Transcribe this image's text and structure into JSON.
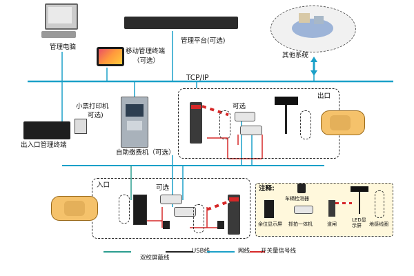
{
  "labels": {
    "management_pc": "管理电脑",
    "platform": "管理平台(可选)",
    "mobile_terminal": "移动管理终端",
    "mobile_optional": "（可选）",
    "other_systems": "其他系统",
    "network": "TCP/IP",
    "exit": "出口",
    "entrance": "入口",
    "optional_exit": "可选",
    "optional_entrance": "可选",
    "printer": "小票打印机",
    "printer_optional": "可选)",
    "gate_terminal": "出入口管理终端",
    "kiosk": "自助缴费机（可选）"
  },
  "note": {
    "title": "注释:",
    "items": [
      "余位显示屏",
      "车辆检测器",
      "抓拍一体机",
      "道闸",
      "LED显示屏",
      "地感线圈"
    ]
  },
  "legend": [
    {
      "label": "双绞屏蔽线",
      "color": "#2a9d8f"
    },
    {
      "label": "USB线",
      "color": "#222222"
    },
    {
      "label": "网线",
      "color": "#1aa0c8"
    },
    {
      "label": "开关量信号线",
      "color": "#d62828"
    }
  ]
}
